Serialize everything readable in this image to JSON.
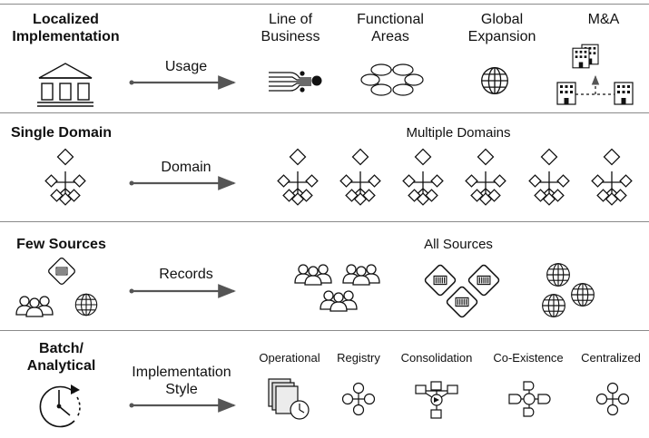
{
  "rows": [
    {
      "left_lines": [
        "Localized",
        "Implementation"
      ],
      "arrow_label": "Usage",
      "targets": [
        {
          "lines": [
            "Line of",
            "Business"
          ],
          "icon": "line-of-business-icon"
        },
        {
          "lines": [
            "Functional",
            "Areas"
          ],
          "icon": "functional-areas-icon"
        },
        {
          "lines": [
            "Global",
            "Expansion"
          ],
          "icon": "globe-icon"
        },
        {
          "lines": [
            "M&A"
          ],
          "icon": "merger-buildings-icon"
        }
      ]
    },
    {
      "left_lines": [
        "Single Domain"
      ],
      "arrow_label": "Domain",
      "right_header": "Multiple Domains"
    },
    {
      "left_lines": [
        "Few Sources"
      ],
      "arrow_label": "Records",
      "right_header": "All Sources"
    },
    {
      "left_lines": [
        "Batch/",
        "Analytical"
      ],
      "arrow_label_lines": [
        "Implementation",
        "Style"
      ],
      "styles": [
        "Operational",
        "Registry",
        "Consolidation",
        "Co-Existence",
        "Centralized"
      ]
    }
  ],
  "icon_names": [
    "bank-icon",
    "hierarchy-icon",
    "people-icon",
    "globe-icon",
    "barcode-icon",
    "clock-icon",
    "documents-icon",
    "hub-icon"
  ]
}
